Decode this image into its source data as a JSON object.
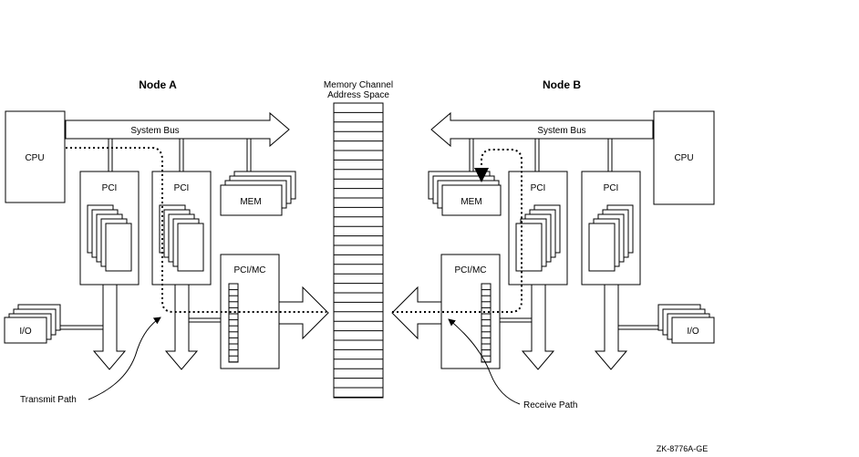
{
  "diagram": {
    "node_a": "Node A",
    "node_b": "Node B",
    "memory_channel_line1": "Memory Channel",
    "memory_channel_line2": "Address Space",
    "system_bus": "System Bus",
    "cpu": "CPU",
    "pci": "PCI",
    "mem": "MEM",
    "pci_mc": "PCI/MC",
    "io": "I/O",
    "transmit_path": "Transmit Path",
    "receive_path": "Receive Path",
    "figure_id": "ZK-8776A-GE"
  }
}
